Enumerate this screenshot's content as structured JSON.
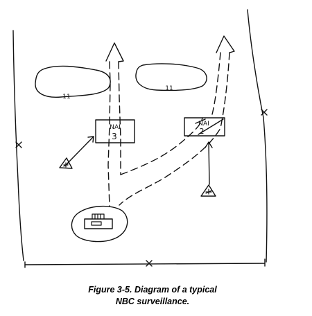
{
  "figure": {
    "caption_line_1": "Figure 3-5. Diagram of a typical",
    "caption_line_2": "NBC surveillance."
  },
  "diagram": {
    "nai_left": {
      "line1": "NAI",
      "line2": "3"
    },
    "nai_right": {
      "line1": "NAI",
      "line2": "2"
    },
    "obstacle_marks": [
      "11",
      "11"
    ],
    "boundary_marks": [
      "X",
      "X",
      "X"
    ]
  },
  "colors": {
    "ink": "#111111",
    "background": "#ffffff"
  }
}
